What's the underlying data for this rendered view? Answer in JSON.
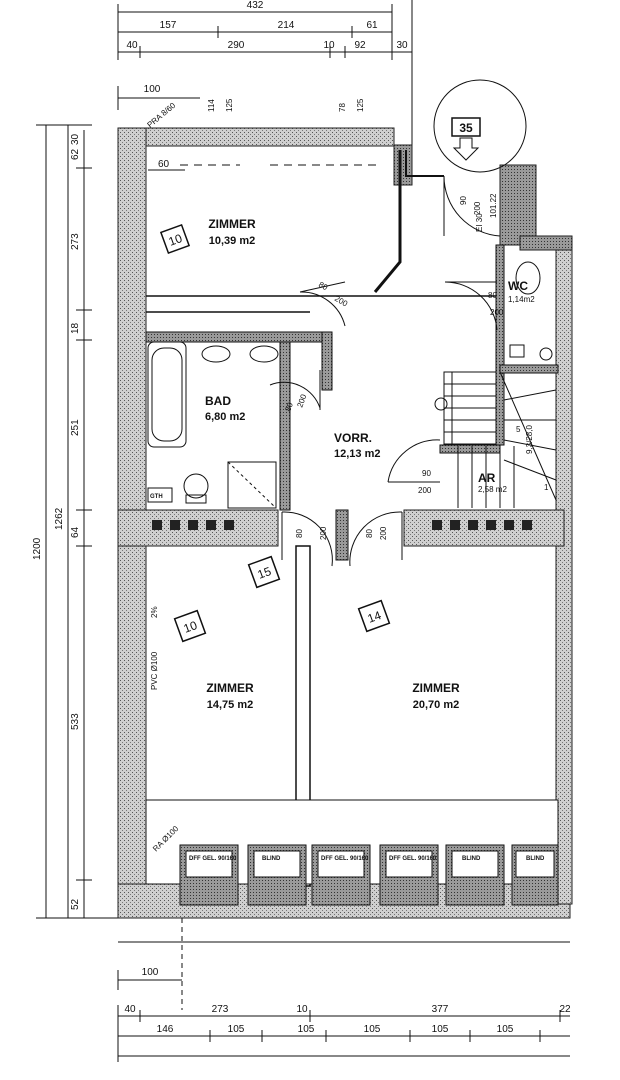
{
  "rooms": [
    {
      "name": "ZIMMER",
      "area": "10,39 m2"
    },
    {
      "name": "BAD",
      "area": "6,80 m2"
    },
    {
      "name": "VORR.",
      "area": "12,13 m2"
    },
    {
      "name": "WC",
      "area": "1,14m2"
    },
    {
      "name": "AR",
      "area": "2,58 m2"
    },
    {
      "name": "ZIMMER",
      "area": "14,75 m2"
    },
    {
      "name": "ZIMMER",
      "area": "20,70 m2"
    }
  ],
  "tags": [
    "10",
    "10",
    "15",
    "14",
    "35"
  ],
  "top_dims": {
    "row0": [
      "432"
    ],
    "row1": [
      "157",
      "214",
      "61"
    ],
    "row2": [
      "40",
      "290",
      "10",
      "92",
      "30"
    ],
    "row3": [
      "100",
      "114",
      "125",
      "78",
      "125"
    ],
    "parapet": "PRA 8/60"
  },
  "left_dims": {
    "outer": "1200",
    "mid": "1262",
    "inner": [
      "62",
      "273",
      "18",
      "251",
      "64",
      "533",
      "52"
    ],
    "top_small": "30"
  },
  "bottom_dims": {
    "row1": "100",
    "row2": [
      "40",
      "273",
      "10",
      "377",
      "22"
    ],
    "row3": [
      "146",
      "105",
      "105",
      "105",
      "105",
      "105"
    ]
  },
  "door_labels": {
    "zimmer_top": [
      "80",
      "200"
    ],
    "bad": [
      "80",
      "200"
    ],
    "entry": [
      "90",
      "200",
      "EI 30",
      "101.22"
    ],
    "wc": [
      "80",
      "200"
    ],
    "ar": [
      "90",
      "200"
    ],
    "zimmer_left": [
      "80",
      "200"
    ],
    "zimmer_right": [
      "80",
      "200"
    ]
  },
  "misc": {
    "room10_width": "60",
    "stairs": "9,3/28,0",
    "stair_marks": [
      "5",
      "1"
    ],
    "pvc": "PVC Ø100",
    "slope": "2%",
    "ra": "RA Ø100",
    "gth": "GTH",
    "windows": [
      "DFF GEL. 90/160",
      "BLIND",
      "DFF GEL. 90/160",
      "DFF GEL. 90/160",
      "BLIND",
      "BLIND"
    ]
  }
}
